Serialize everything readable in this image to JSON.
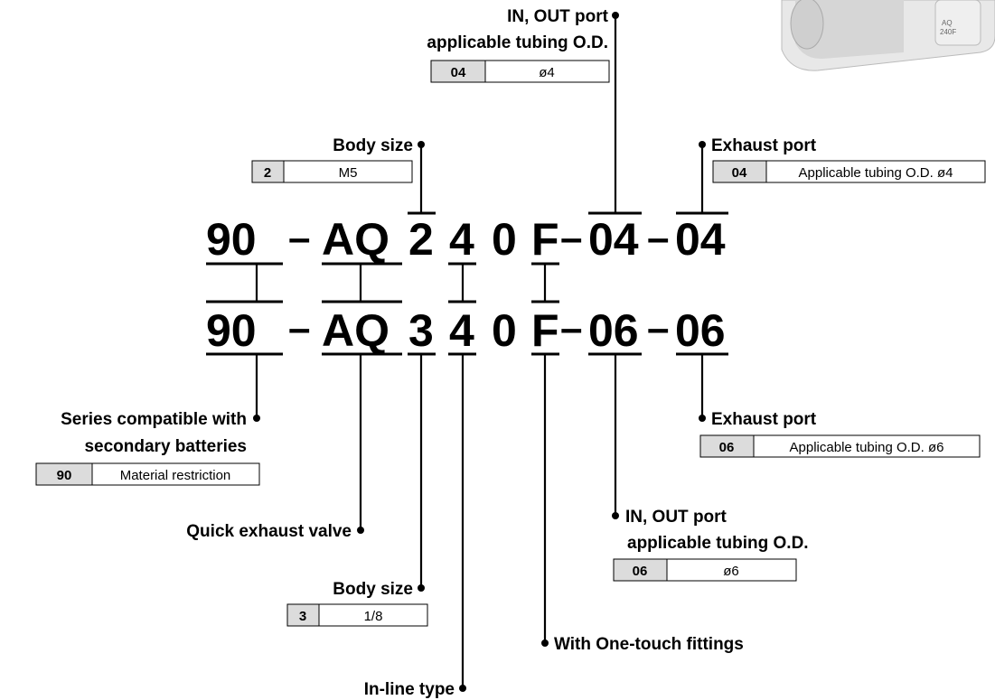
{
  "model_code_1": {
    "series": "90",
    "dash1": "–",
    "valve": "AQ",
    "body": "2",
    "type": "4",
    "digit": "0",
    "fitting": "F",
    "dash2": "–",
    "port": "04",
    "dash3": "–",
    "exhaust": "04"
  },
  "model_code_2": {
    "series": "90",
    "dash1": "–",
    "valve": "AQ",
    "body": "3",
    "type": "4",
    "digit": "0",
    "fitting": "F",
    "dash2": "–",
    "port": "06",
    "dash3": "–",
    "exhaust": "06"
  },
  "labels": {
    "in_out_top_line1": "IN, OUT port",
    "in_out_top_line2": "applicable tubing O.D.",
    "body_size_top": "Body size",
    "exhaust_top": "Exhaust port",
    "series_line1": "Series compatible with",
    "series_line2": "secondary batteries",
    "quick_exhaust": "Quick exhaust valve",
    "body_size_bottom": "Body size",
    "in_line": "In-line type",
    "one_touch": "With One-touch fittings",
    "in_out_bottom_line1": "IN, OUT port",
    "in_out_bottom_line2": "applicable tubing O.D.",
    "exhaust_bottom": "Exhaust port"
  },
  "tables": {
    "in_out_top": {
      "key": "04",
      "value": "ø4"
    },
    "body_size_top": {
      "key": "2",
      "value": "M5"
    },
    "exhaust_top": {
      "key": "04",
      "value": "Applicable tubing O.D. ø4"
    },
    "series": {
      "key": "90",
      "value": "Material restriction"
    },
    "body_size_bottom": {
      "key": "3",
      "value": "1/8"
    },
    "in_out_bottom": {
      "key": "06",
      "value": "ø6"
    },
    "exhaust_bottom": {
      "key": "06",
      "value": "Applicable tubing O.D. ø6"
    }
  },
  "product_image": {
    "marking_line1": "AQ",
    "marking_line2": "240F"
  },
  "colors": {
    "key_cell": "#dcdcdc",
    "line": "#000000"
  }
}
